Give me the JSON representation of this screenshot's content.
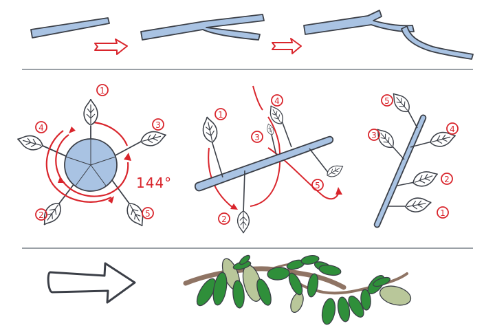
{
  "colors": {
    "branch": "#a9c3e3",
    "branch_outline": "#3b3f47",
    "arrow_red": "#d9252c",
    "divider": "#9aa0a6",
    "leaf_dark_green": "#2f8f3a",
    "leaf_pale_green": "#b9c79a",
    "twig_brown": "#8f7464"
  },
  "icons": [
    "red-step-arrow-icon",
    "hollow-arrow-icon",
    "leaf-icon"
  ],
  "panel_1": {
    "labels": [
      "1",
      "2",
      "3",
      "4",
      "5"
    ],
    "angle": "144°"
  },
  "panel_2": {
    "labels": [
      "1",
      "2",
      "3",
      "4",
      "5"
    ]
  },
  "panel_3": {
    "labels": [
      "1",
      "2",
      "3",
      "4",
      "5"
    ]
  }
}
